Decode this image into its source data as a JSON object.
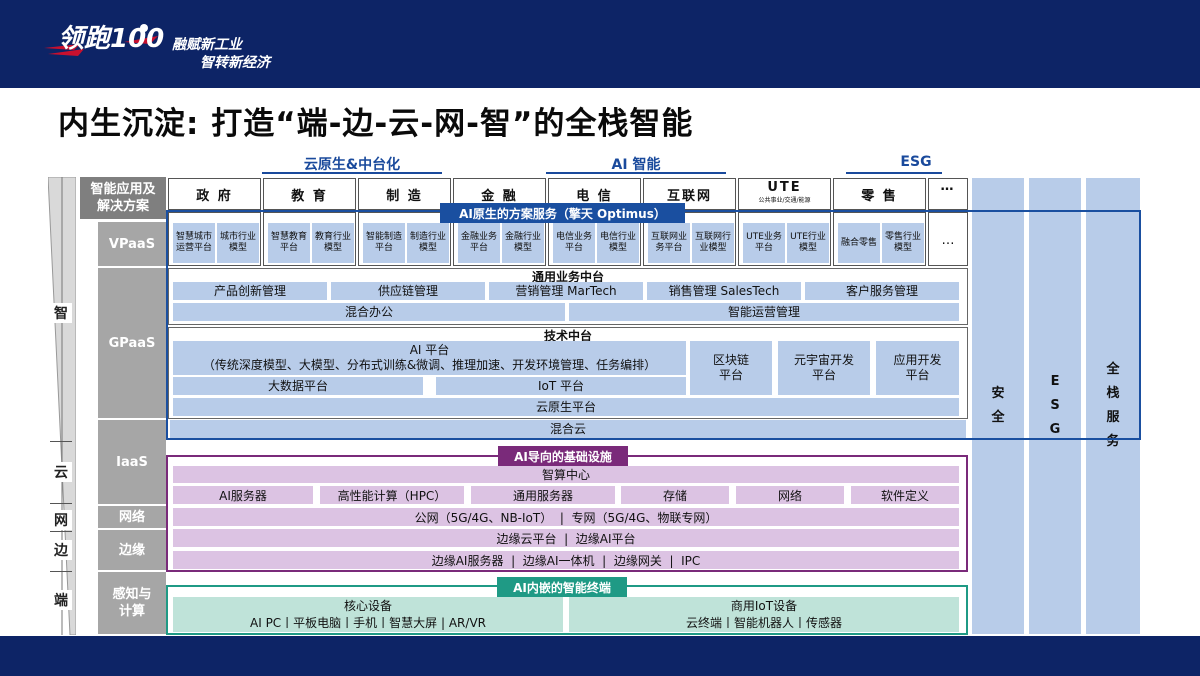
{
  "header": {
    "logo_text": "领跑100",
    "slogan_line1": "融赋新工业",
    "slogan_line2": "智转新经济"
  },
  "title": "内生沉淀: 打造“端-边-云-网-智”的全栈智能",
  "categories": {
    "cloud_native": "云原生&中台化",
    "ai": "AI 智能",
    "esg": "ESG"
  },
  "left_labels": {
    "apps": "智能应用及解决方案",
    "vpaas": "VPaaS",
    "gpaas": "GPaaS",
    "iaas": "IaaS",
    "network": "网络",
    "edge": "边缘",
    "sensing": "感知与计算"
  },
  "side_words": {
    "intelligence": "智",
    "cloud": "云",
    "network": "网",
    "edge": "边",
    "terminal": "端"
  },
  "industries": [
    {
      "label": "政 府"
    },
    {
      "label": "教 育"
    },
    {
      "label": "制 造"
    },
    {
      "label": "金 融"
    },
    {
      "label": "电 信"
    },
    {
      "label": "互联网"
    },
    {
      "label": "UTE",
      "sub": "公共事业/交通/能源"
    },
    {
      "label": "零 售"
    },
    {
      "label": "…"
    }
  ],
  "vpaas_boxes": [
    [
      "智慧城市运营平台",
      "城市行业模型"
    ],
    [
      "智慧教育平台",
      "教育行业模型"
    ],
    [
      "智能制造平台",
      "制造行业模型"
    ],
    [
      "金融业务平台",
      "金融行业模型"
    ],
    [
      "电信业务平台",
      "电信行业模型"
    ],
    [
      "互联网业务平台",
      "互联网行业模型"
    ],
    [
      "UTE业务平台",
      "UTE行业模型"
    ],
    [
      "融合零售",
      "零售行业模型"
    ]
  ],
  "vpaas_more": "…",
  "ai_native_badge": "AI原生的方案服务（擎天 Optimus）",
  "business_platform": {
    "title": "通用业务中台",
    "row1": [
      "产品创新管理",
      "供应链管理",
      "营销管理 MarTech",
      "销售管理 SalesTech",
      "客户服务管理"
    ],
    "row2": [
      "混合办公",
      "智能运营管理"
    ]
  },
  "tech_platform": {
    "title": "技术中台",
    "ai_platform_title": "AI 平台",
    "ai_platform_detail": "（传统深度模型、大模型、分布式训练&微调、推理加速、开发环境管理、任务编排）",
    "big_data": "大数据平台",
    "iot": "IoT 平台",
    "blockchain": "区块链平台",
    "metaverse": "元宇宙开发平台",
    "app_dev": "应用开发平台",
    "cloud_native": "云原生平台"
  },
  "hybrid_cloud": "混合云",
  "right_columns": {
    "security": "安全",
    "esg": "ESG",
    "fullstack": "全栈服务"
  },
  "ai_infra": {
    "badge": "AI导向的基础设施",
    "compute_center": "智算中心",
    "items": [
      "AI服务器",
      "高性能计算（HPC）",
      "通用服务器",
      "存储",
      "网络",
      "软件定义"
    ],
    "network_row": "公网（5G/4G、NB-IoT）  |  专网（5G/4G、物联专网）",
    "edge_cloud_row": "边缘云平台  |  边缘AI平台",
    "edge_devices_row": "边缘AI服务器  |  边缘AI一体机  |  边缘网关  |  IPC"
  },
  "ai_terminal": {
    "badge": "AI内嵌的智能终端",
    "core_title": "核心设备",
    "core_items": "AI PC丨平板电脑丨手机丨智慧大屏 | AR/VR",
    "iot_title": "商用IoT设备",
    "iot_items": "云终端丨智能机器人丨传感器"
  },
  "colors": {
    "navy": "#0d2466",
    "blue_box": "#b8cce9",
    "purple": "#7a2a7a",
    "purple_box": "#dcc3e3",
    "teal": "#1f9a85",
    "green_box": "#bfe3d9",
    "accent_red": "#c8102e"
  }
}
